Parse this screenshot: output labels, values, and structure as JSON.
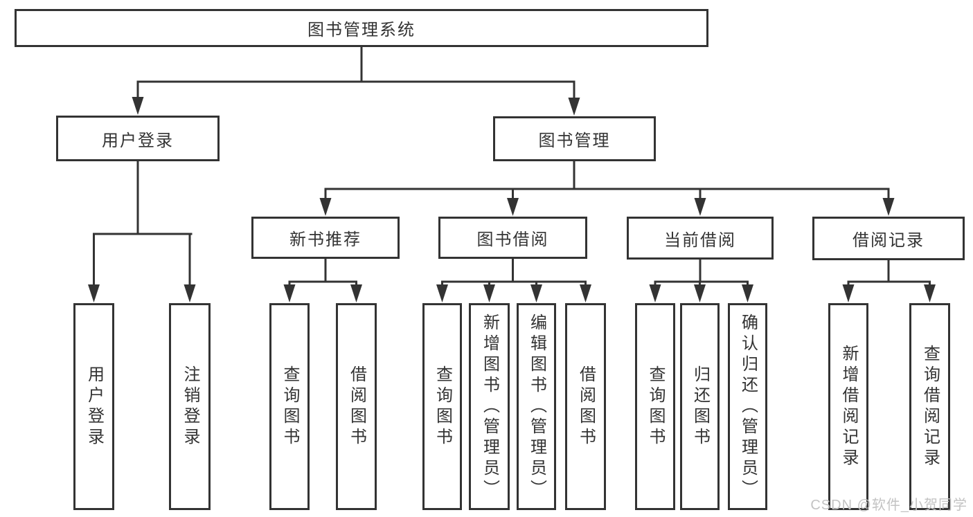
{
  "diagram": {
    "root": "图书管理系统",
    "l2": [
      "用户登录",
      "图书管理"
    ],
    "l3": [
      "新书推荐",
      "图书借阅",
      "当前借阅",
      "借阅记录"
    ],
    "leaves_user_login": [
      "用户登录",
      "注销登录"
    ],
    "leaves_new_book": [
      "查询图书",
      "借阅图书"
    ],
    "leaves_book_borrow": [
      "查询图书",
      "新增图书（管理员）",
      "编辑图书（管理员）",
      "借阅图书"
    ],
    "leaves_current_borrow": [
      "查询图书",
      "归还图书",
      "确认归还（管理员）"
    ],
    "leaves_borrow_record": [
      "新增借阅记录",
      "查询借阅记录"
    ]
  },
  "watermark": "CSDN @软件_小贺同学",
  "colors": {
    "line": "#333333",
    "box_background": "#ffffff",
    "watermark": "#c3c3c3"
  }
}
